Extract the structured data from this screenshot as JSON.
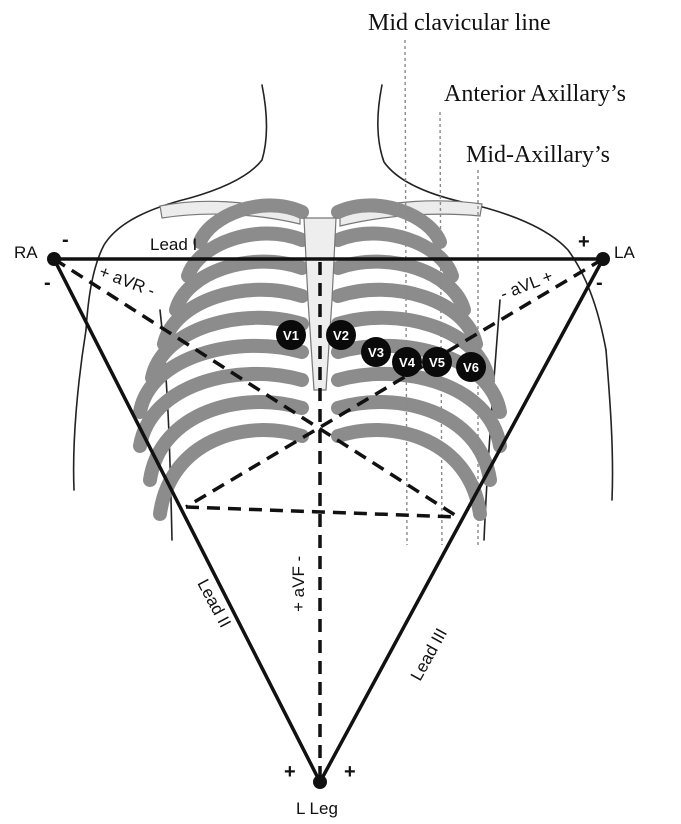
{
  "guides": {
    "mid_clavicular": "Mid clavicular line",
    "anterior_axillary": "Anterior Axillary’s",
    "mid_axillary": "Mid-Axillary’s"
  },
  "limbs": {
    "ra": "RA",
    "la": "LA",
    "leg": "L Leg"
  },
  "leads": {
    "lead_i": "Lead I",
    "lead_ii": "Lead II",
    "lead_iii": "Lead III",
    "avr": "+ aVR -",
    "avl": "- aVL +",
    "avf": "+ aVF -"
  },
  "polarity": {
    "ra_top": "-",
    "ra_bottom": "-",
    "la_top": "+",
    "la_bottom": "-",
    "leg_left": "+",
    "leg_right": "+"
  },
  "electrodes": [
    "V1",
    "V2",
    "V3",
    "V4",
    "V5",
    "V6"
  ],
  "colors": {
    "line": "#111111",
    "rib_fill": "#9a9a9a",
    "rib_stroke": "#555555",
    "bone_light": "#e6e6e6",
    "guide": "#9a9a9a",
    "electrode_fill": "#0a0a0a",
    "electrode_text": "#ffffff"
  }
}
